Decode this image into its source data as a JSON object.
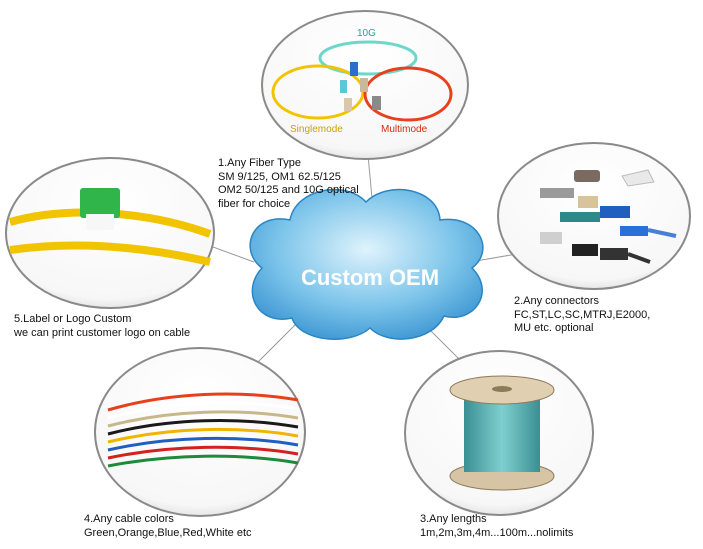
{
  "center": {
    "title": "Custom OEM"
  },
  "fiber_type": {
    "badge": "10G",
    "singlemode_label": "Singlemode",
    "multimode_label": "Multimode",
    "lines": [
      "1.Any Fiber Type",
      "SM 9/125, OM1 62.5/125",
      "OM2 50/125 and 10G optical",
      "fiber for choice"
    ]
  },
  "connectors": {
    "lines": [
      "2.Any connectors",
      "FC,ST,LC,SC,MTRJ,E2000,",
      "MU etc. optional"
    ]
  },
  "lengths": {
    "lines": [
      "3.Any lengths",
      "1m,2m,3m,4m...100m...nolimits"
    ]
  },
  "colors": {
    "lines": [
      "4.Any cable colors",
      "Green,Orange,Blue,Red,White etc"
    ]
  },
  "label": {
    "lines": [
      "5.Label or Logo Custom",
      "we can print customer logo on cable"
    ]
  },
  "palette": {
    "singlemode": "#f2c400",
    "multimode": "#e8401c",
    "ten_g": "#6fd6cc",
    "cloud_light": "#d4eefa",
    "cloud_dark": "#3a9cd4",
    "sc_green": "#2fb54a"
  }
}
